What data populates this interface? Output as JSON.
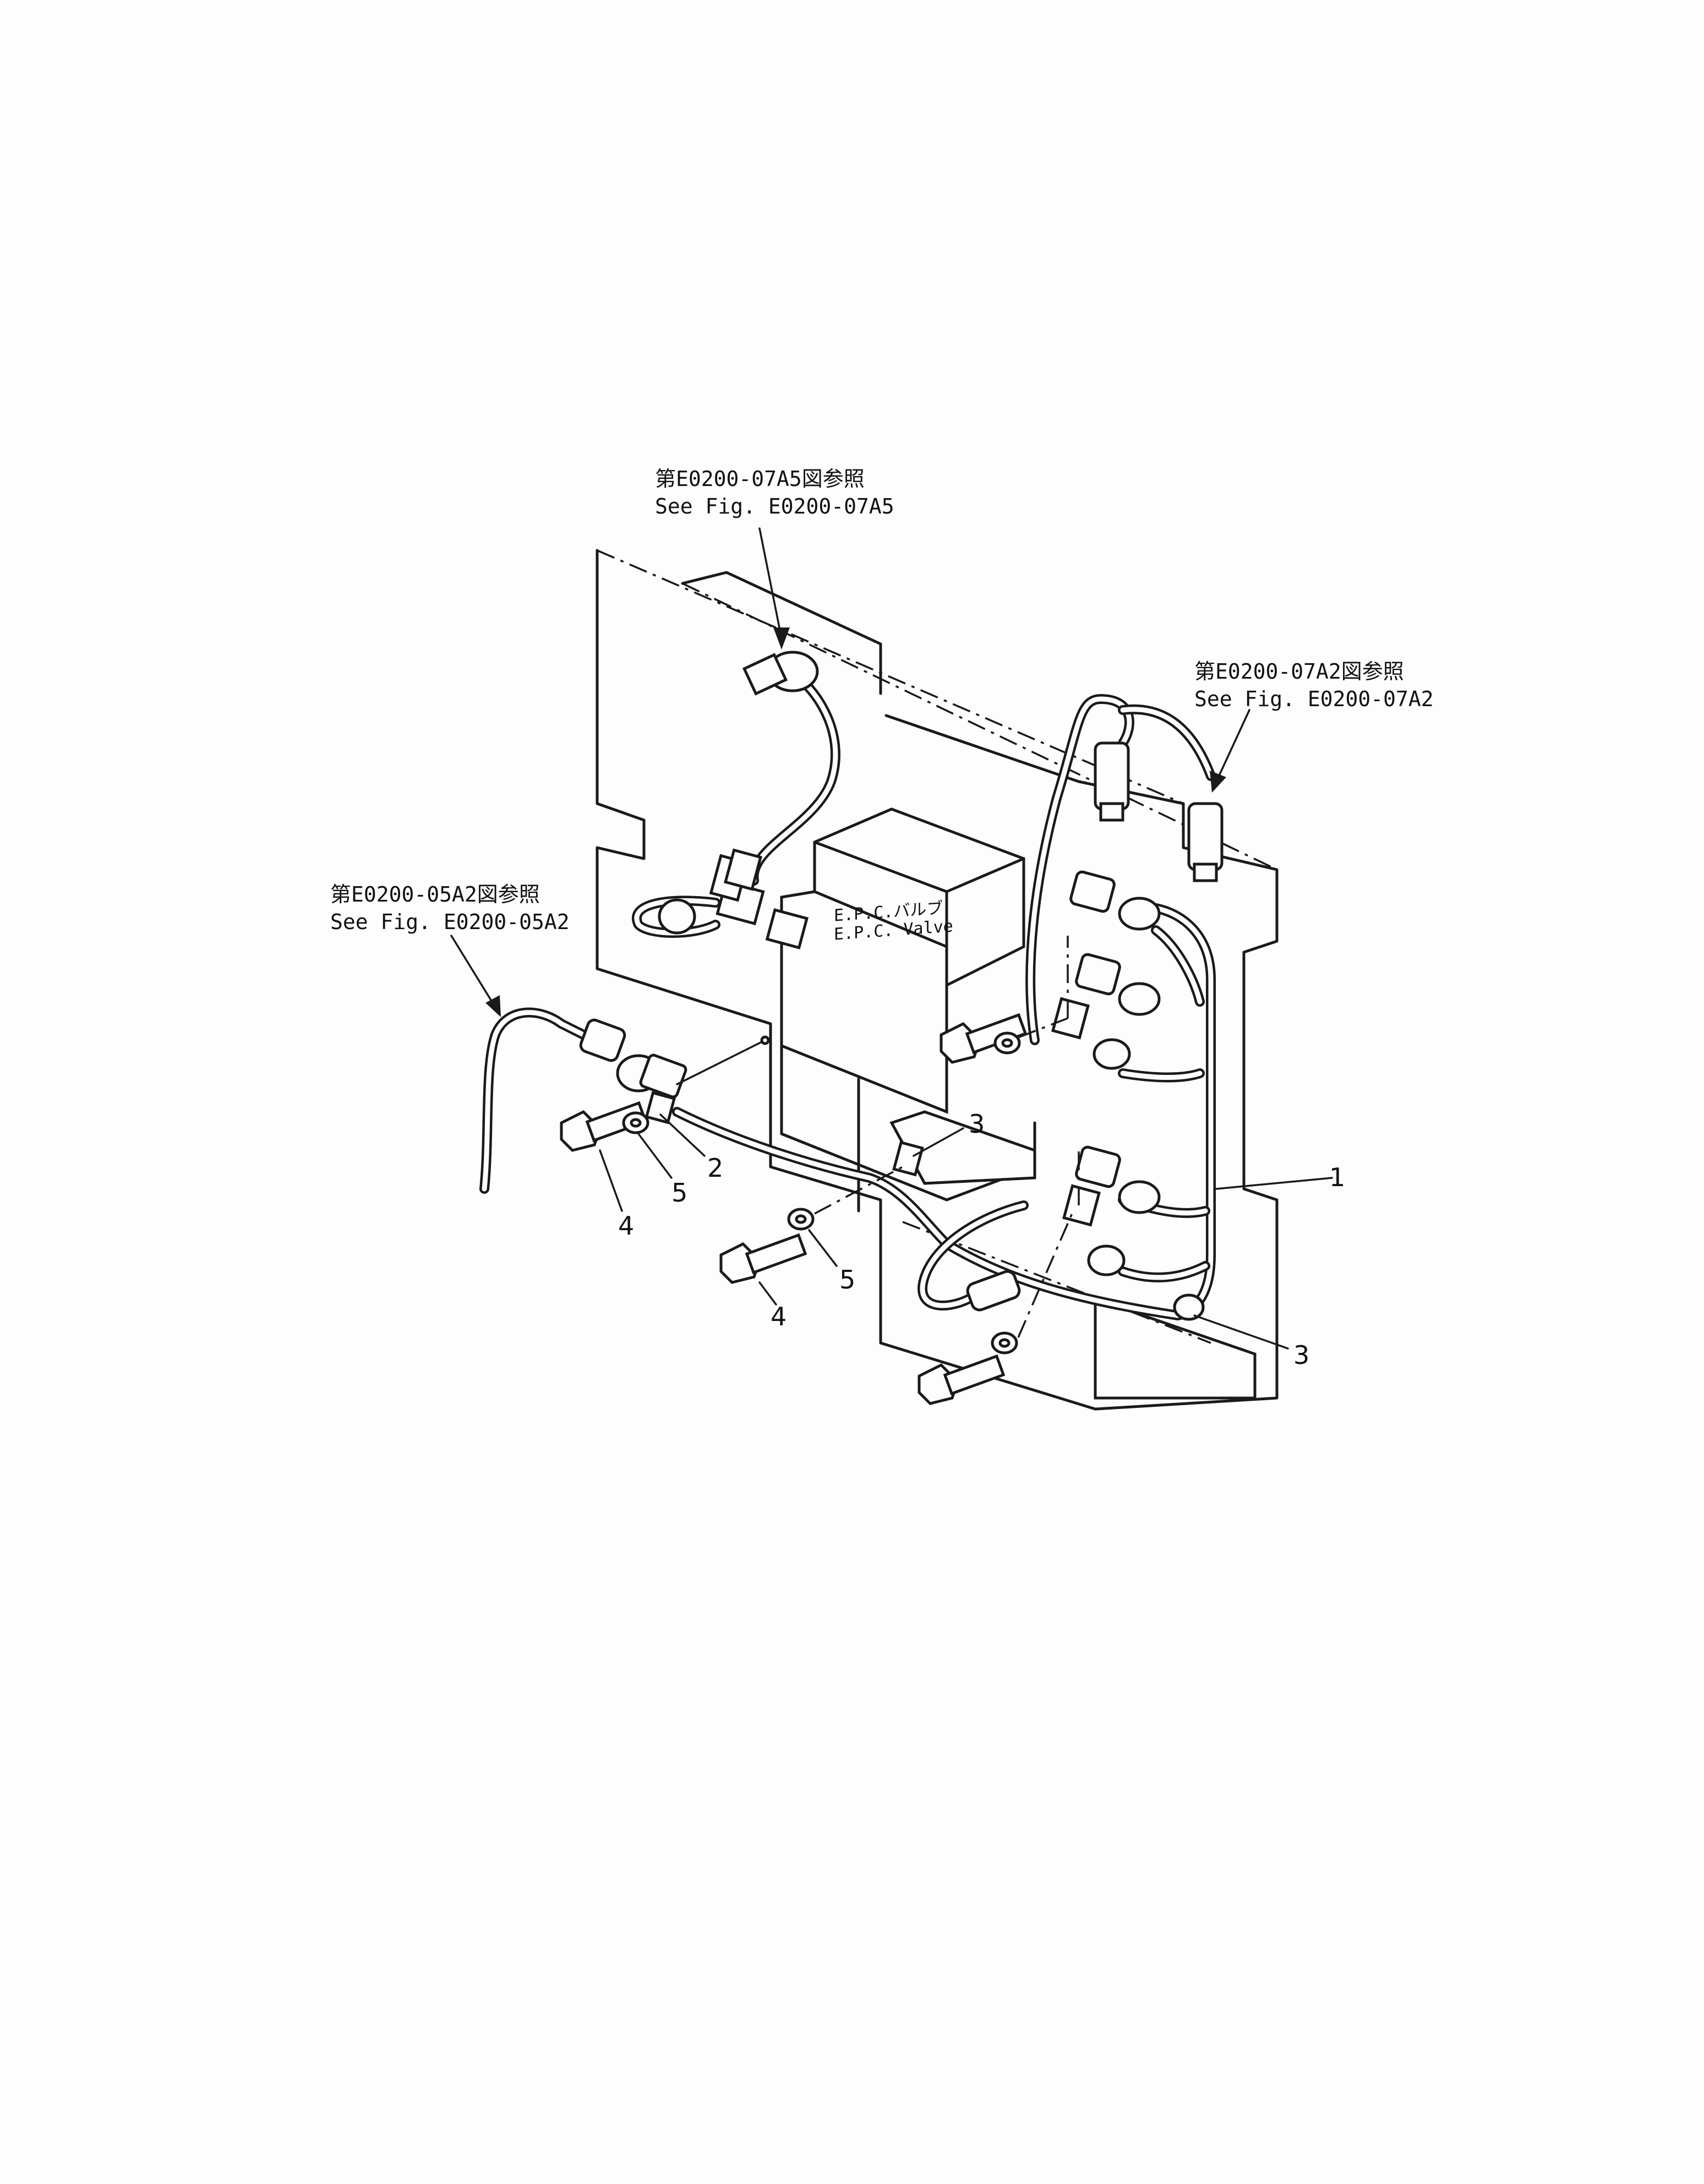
{
  "references": {
    "top": {
      "jp": "第E0200-07A5図参照",
      "en": "See  Fig. E0200-07A5"
    },
    "right": {
      "jp": "第E0200-07A2図参照",
      "en": "See  Fig. E0200-07A2"
    },
    "left": {
      "jp": "第E0200-05A2図参照",
      "en": "See  Fig. E0200-05A2"
    }
  },
  "valve": {
    "jp": "E.P.C.バルブ",
    "en": "E.P.C. Valve"
  },
  "callouts": {
    "harness": "1",
    "connector": "2",
    "clamp_center": "3",
    "clamp_right": "3",
    "bolt_left": "4",
    "bolt_center": "4",
    "washer_left": "5",
    "washer_center": "5"
  }
}
